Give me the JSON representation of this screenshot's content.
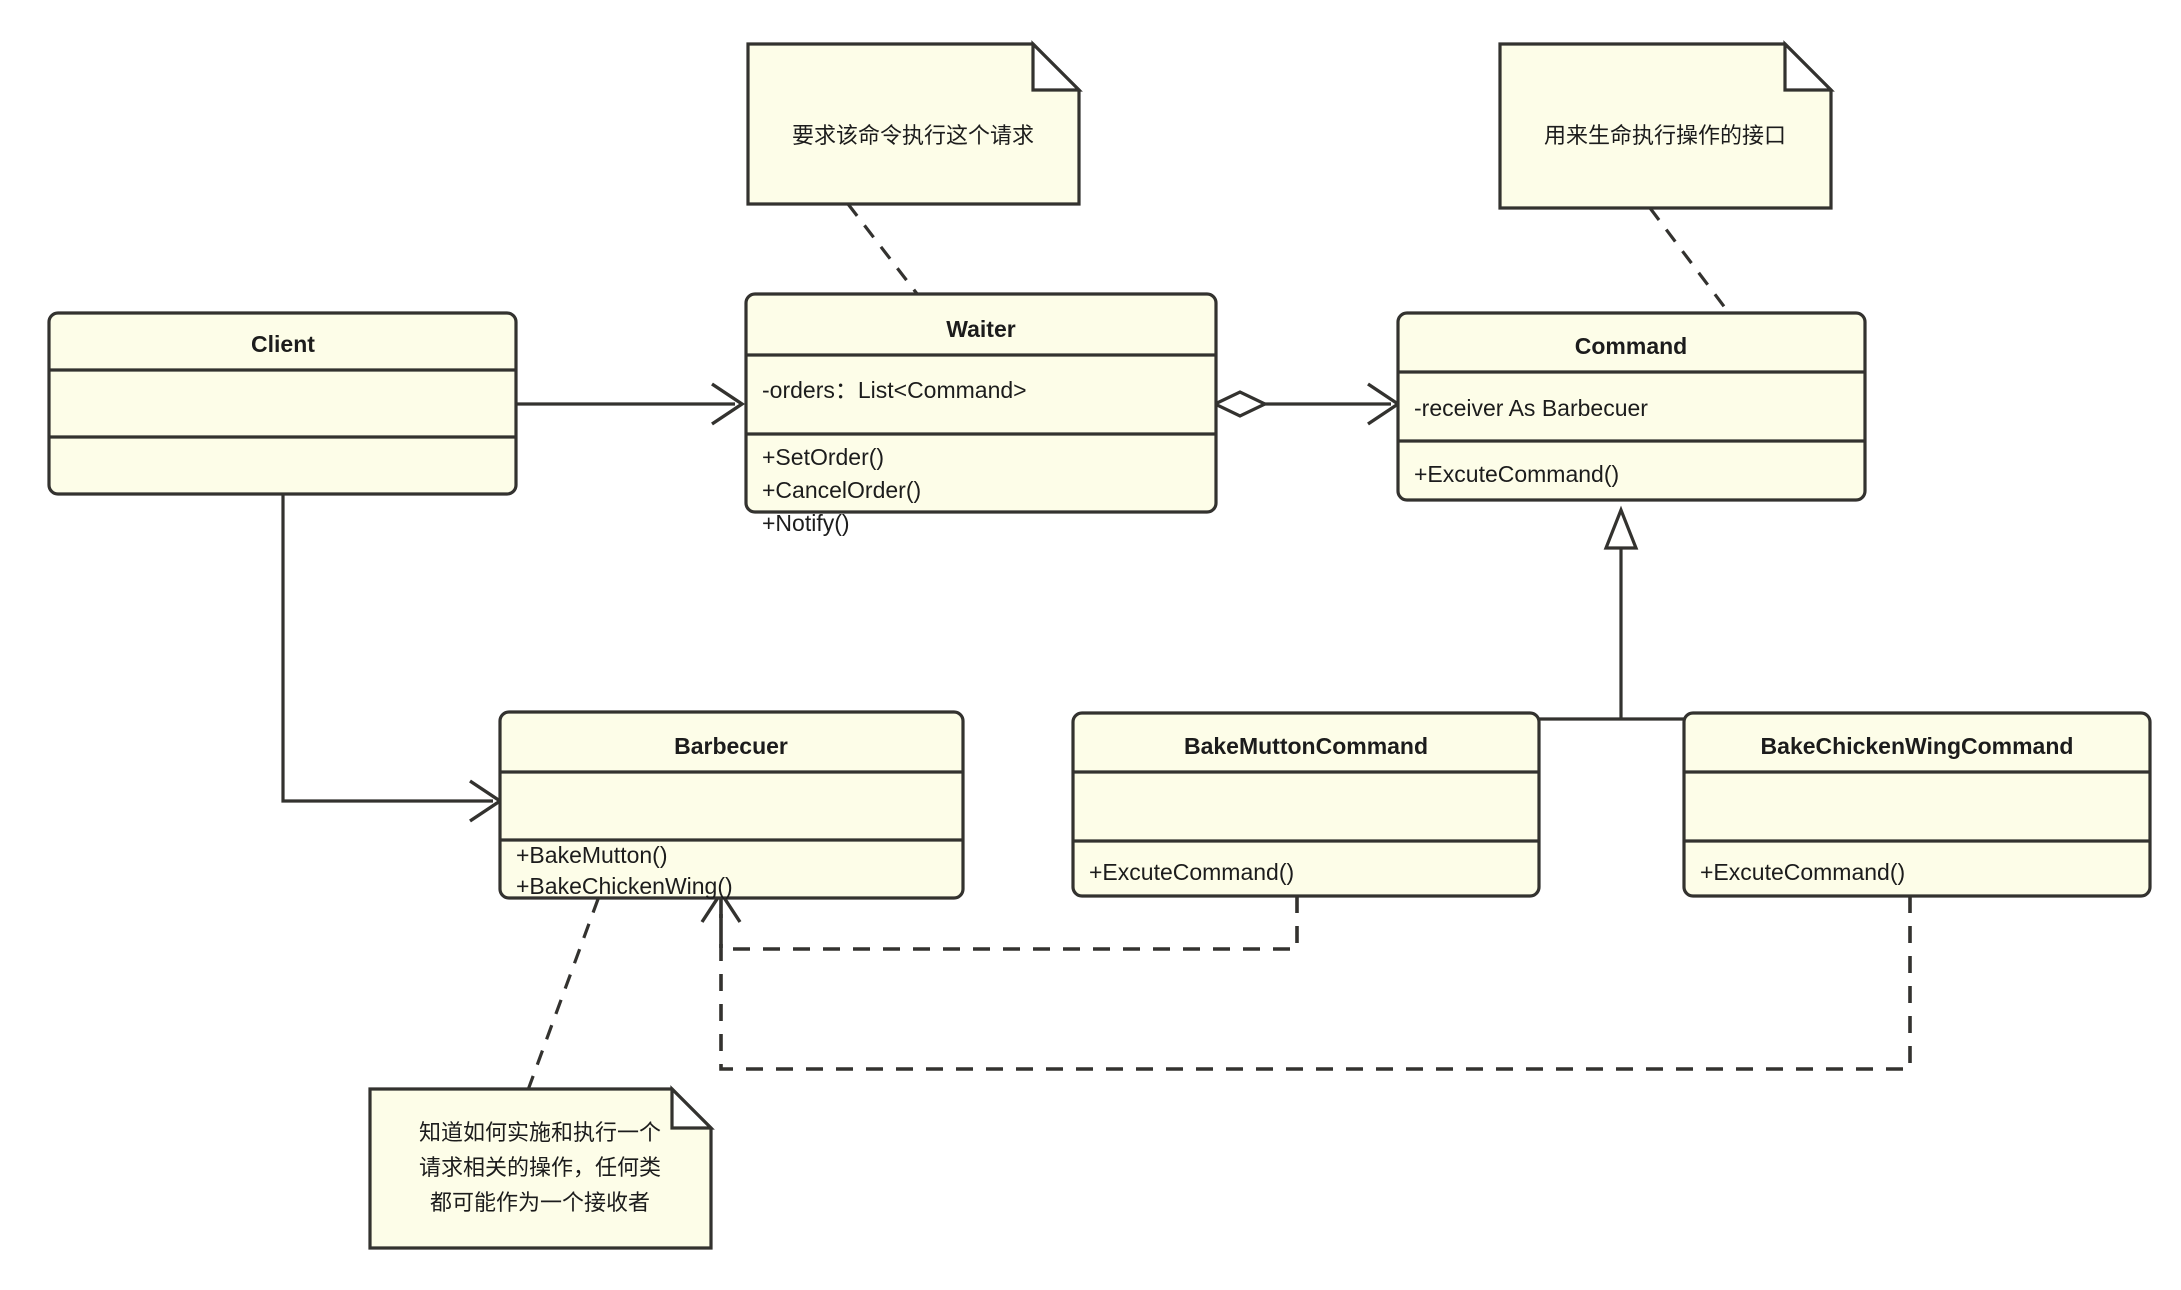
{
  "diagram": {
    "title": "Command Pattern UML Class Diagram",
    "colors": {
      "box_fill": "#fdfde8",
      "note_fill": "#fdfde8",
      "stroke": "#33322f",
      "text": "#1c1c1c",
      "background": "#ffffff"
    },
    "classes": [
      {
        "id": "client",
        "name": "Client",
        "attributes": [],
        "methods": []
      },
      {
        "id": "waiter",
        "name": "Waiter",
        "attributes": [
          "-orders：List<Command>"
        ],
        "methods": [
          "+SetOrder()",
          "+CancelOrder()",
          "+Notify()"
        ]
      },
      {
        "id": "command",
        "name": "Command",
        "attributes": [
          "-receiver As Barbecuer"
        ],
        "methods": [
          "+ExcuteCommand()"
        ]
      },
      {
        "id": "barbecuer",
        "name": "Barbecuer",
        "attributes": [],
        "methods": [
          "+BakeMutton()",
          "+BakeChickenWing()"
        ]
      },
      {
        "id": "bake-mutton-command",
        "name": "BakeMuttonCommand",
        "attributes": [],
        "methods": [
          "+ExcuteCommand()"
        ]
      },
      {
        "id": "bake-chicken-wing-command",
        "name": "BakeChickenWingCommand",
        "attributes": [],
        "methods": [
          "+ExcuteCommand()"
        ]
      }
    ],
    "notes": [
      {
        "id": "note-waiter",
        "lines": [
          "要求该命令执行这个请求"
        ],
        "attached_to": "waiter"
      },
      {
        "id": "note-command",
        "lines": [
          "用来生命执行操作的接口"
        ],
        "attached_to": "command"
      },
      {
        "id": "note-barbecuer",
        "lines": [
          "知道如何实施和执行一个",
          "请求相关的操作，任何类",
          "都可能作为一个接收者"
        ],
        "attached_to": "barbecuer"
      }
    ],
    "relations": [
      {
        "id": "client-waiter",
        "from": "client",
        "to": "waiter",
        "type": "association",
        "style": "solid",
        "arrow": "open"
      },
      {
        "id": "client-barbecuer",
        "from": "client",
        "to": "barbecuer",
        "type": "association",
        "style": "solid",
        "arrow": "open"
      },
      {
        "id": "waiter-command",
        "from": "waiter",
        "to": "command",
        "type": "aggregation",
        "style": "solid",
        "arrow": "open",
        "source_decoration": "hollow-diamond"
      },
      {
        "id": "bakemutton-command",
        "from": "bake-mutton-command",
        "to": "command",
        "type": "generalization",
        "style": "solid",
        "arrow": "hollow-triangle"
      },
      {
        "id": "bakechickenwing-command",
        "from": "bake-chicken-wing-command",
        "to": "command",
        "type": "generalization",
        "style": "solid",
        "arrow": "hollow-triangle"
      },
      {
        "id": "bakemutton-barbecuer",
        "from": "bake-mutton-command",
        "to": "barbecuer",
        "type": "dependency",
        "style": "dashed",
        "arrow": "open"
      },
      {
        "id": "bakechickenwing-barbecuer",
        "from": "bake-chicken-wing-command",
        "to": "barbecuer",
        "type": "dependency",
        "style": "dashed",
        "arrow": "open"
      },
      {
        "id": "note-waiter-link",
        "from": "note-waiter",
        "to": "waiter",
        "type": "note-anchor",
        "style": "dashed",
        "arrow": "none"
      },
      {
        "id": "note-command-link",
        "from": "note-command",
        "to": "command",
        "type": "note-anchor",
        "style": "dashed",
        "arrow": "none"
      },
      {
        "id": "note-barbecuer-link",
        "from": "note-barbecuer",
        "to": "barbecuer",
        "type": "note-anchor",
        "style": "dashed",
        "arrow": "none"
      }
    ]
  }
}
